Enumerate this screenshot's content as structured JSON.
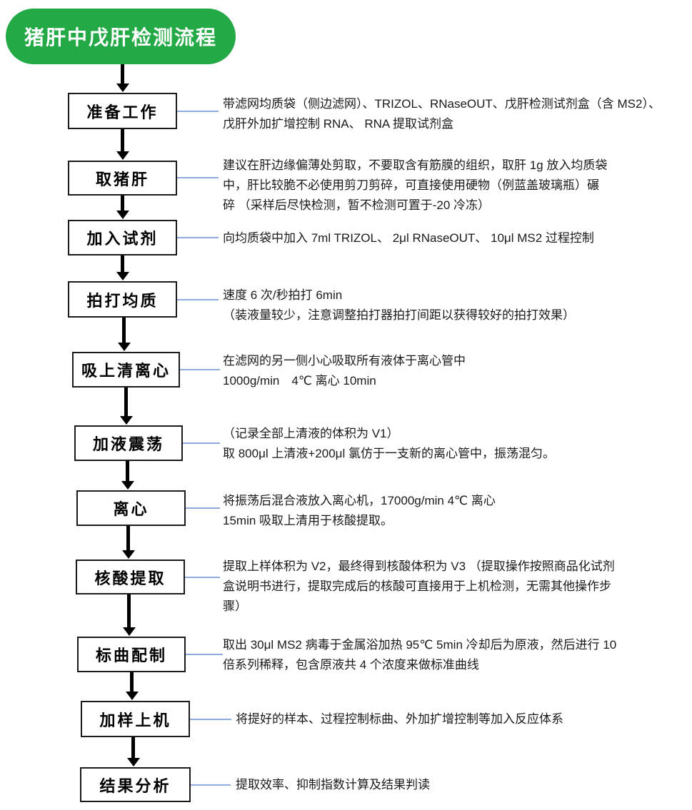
{
  "title": "猪肝中戊肝检测流程",
  "colors": {
    "title_green": "#23A945",
    "connector_blue": "#8FAADC",
    "box_border": "#1A1A1A",
    "arrow": "#000000",
    "text": "#1A1A1A"
  },
  "steps": [
    {
      "label": "准备工作",
      "desc": "带滤网均质袋（侧边滤网）、TRIZOL、RNaseOUT、戊肝检测试剂盒（含 MS2）、\n戊肝外加扩增控制 RNA、 RNA 提取试剂盒"
    },
    {
      "label": "取猪肝",
      "desc": "建议在肝边缘偏薄处剪取，不要取含有筋膜的组织，取肝 1g 放入均质袋\n中，肝比较脆不必使用剪刀剪碎，可直接使用硬物（例蓝盖玻璃瓶）碾\n碎 （采样后尽快检测，暂不检测可置于-20 冷冻）"
    },
    {
      "label": "加入试剂",
      "desc": "向均质袋中加入 7ml TRIZOL、 2μl RNaseOUT、 10μl MS2 过程控制"
    },
    {
      "label": "拍打均质",
      "desc": "速度 6 次/秒拍打 6min\n（装液量较少，注意调整拍打器拍打间距以获得较好的拍打效果）"
    },
    {
      "label": "吸上清离心",
      "desc": "在滤网的另一侧小心吸取所有液体于离心管中\n1000g/min　4℃ 离心 10min"
    },
    {
      "label": "加液震荡",
      "desc": "（记录全部上清液的体积为 V1）\n取 800μl 上清液+200μl 氯仿于一支新的离心管中，振荡混匀。"
    },
    {
      "label": "离心",
      "desc": "将振荡后混合液放入离心机，17000g/min 4℃ 离心\n15min 吸取上清用于核酸提取。"
    },
    {
      "label": "核酸提取",
      "desc": "提取上样体积为 V2，最终得到核酸体积为 V3 （提取操作按照商品化试剂\n盒说明书进行，提取完成后的核酸可直接用于上机检测，无需其他操作步\n骤）"
    },
    {
      "label": "标曲配制",
      "desc": "取出 30μl MS2 病毒于金属浴加热 95℃ 5min 冷却后为原液，然后进行 10\n倍系列稀释，包含原液共 4 个浓度来做标准曲线"
    },
    {
      "label": "加样上机",
      "desc": "将提好的样本、过程控制标曲、外加扩增控制等加入反应体系"
    },
    {
      "label": "结果分析",
      "desc": "提取效率、抑制指数计算及结果判读"
    }
  ]
}
